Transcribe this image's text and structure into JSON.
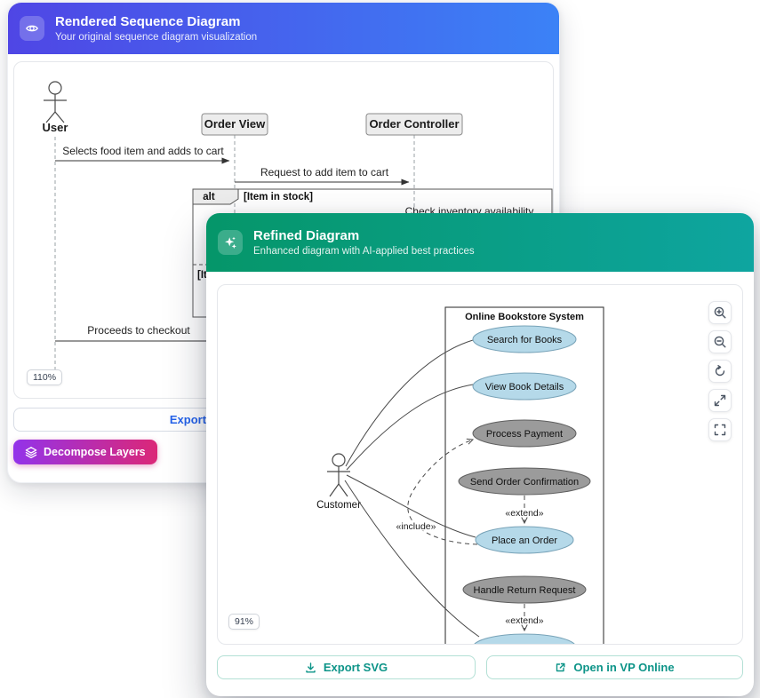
{
  "back_card": {
    "title": "Rendered Sequence Diagram",
    "subtitle": "Your original sequence diagram visualization",
    "zoom_badge": "110%",
    "export_button": "Export SVG",
    "decompose_button": "Decompose Layers",
    "seq": {
      "actor": "User",
      "participant1": "Order View",
      "participant2": "Order Controller",
      "msg1": "Selects food item and adds to cart",
      "msg2": "Request to add item to cart",
      "msg3": "Check inventory availability",
      "msg4": "Proceeds to checkout",
      "alt_label": "alt",
      "guard1": "[Item in stock]",
      "guard2": "[Item out of stock]"
    }
  },
  "front_card": {
    "title": "Refined Diagram",
    "subtitle": "Enhanced diagram with AI-applied best practices",
    "zoom_badge": "91%",
    "export_button": "Export SVG",
    "open_button": "Open in VP Online",
    "usecase": {
      "system": "Online Bookstore System",
      "actor": "Customer",
      "uc1": "Search for Books",
      "uc2": "View Book Details",
      "uc3": "Process Payment",
      "uc4": "Send Order Confirmation",
      "uc5": "Place an Order",
      "uc6": "Handle Return Request",
      "extend": "«extend»",
      "include": "«include»"
    }
  },
  "icons": {
    "back_header": "eye",
    "front_header": "sparkles",
    "decompose": "layers",
    "front_export": "download",
    "front_open": "external-link",
    "toolbar": [
      "zoom-in",
      "zoom-out",
      "reset",
      "expand",
      "fullscreen"
    ]
  },
  "colors": {
    "header_blue_start": "#4f46e5",
    "header_blue_end": "#3b82f6",
    "header_green_start": "#059669",
    "header_green_end": "#0ea5a0",
    "decompose_start": "#9333ea",
    "decompose_end": "#db2777",
    "link_blue": "#2563eb",
    "teal": "#0d9488",
    "uc_blue_fill": "#b5d9e9",
    "uc_gray_fill": "#9b9b9b"
  }
}
